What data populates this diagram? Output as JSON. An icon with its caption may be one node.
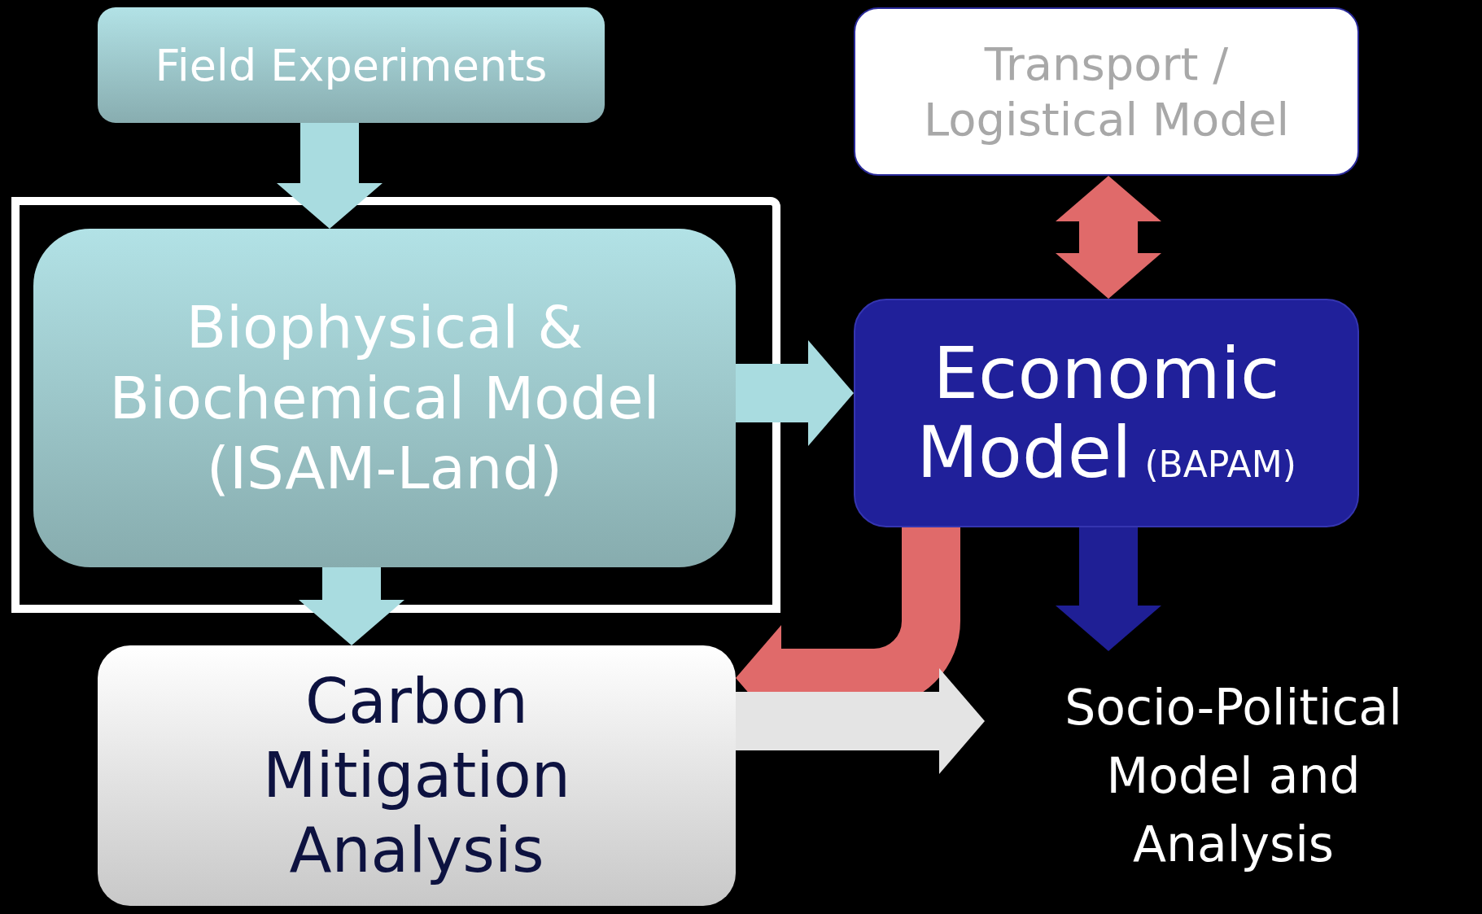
{
  "diagram": {
    "nodes": [
      {
        "text": [
          "Field Experiments"
        ]
      },
      {
        "text": [
          "Transport / Logistical Model"
        ]
      },
      {
        "text": [],
        "shape": "box"
      },
      {
        "text": [
          "Biophysical & Biochemical Model (ISAM-Land)"
        ],
        "in": 2
      },
      {
        "text": [
          "Economic Model",
          "(BAPAM)"
        ]
      },
      {
        "text": [
          "Carbon Mitigation Analysis"
        ]
      },
      {
        "text": [
          "Socio-Political Model and Analysis"
        ]
      }
    ],
    "edges": [
      {
        "from": 0,
        "to": 3,
        "arrow": "to"
      },
      {
        "from": 1,
        "to": 4,
        "arrow": "both",
        "color": "#e06a6a"
      },
      {
        "from": 3,
        "to": 4,
        "arrow": "to"
      },
      {
        "from": 3,
        "to": 5,
        "arrow": "to"
      },
      {
        "from": 4,
        "to": 5,
        "arrow": "to",
        "color": "#e06a6a"
      },
      {
        "from": 4,
        "to": 6,
        "arrow": "to",
        "color": "#1f1f95"
      },
      {
        "from": 5,
        "to": 6,
        "arrow": "to",
        "color": "#e4e4e4"
      }
    ]
  }
}
